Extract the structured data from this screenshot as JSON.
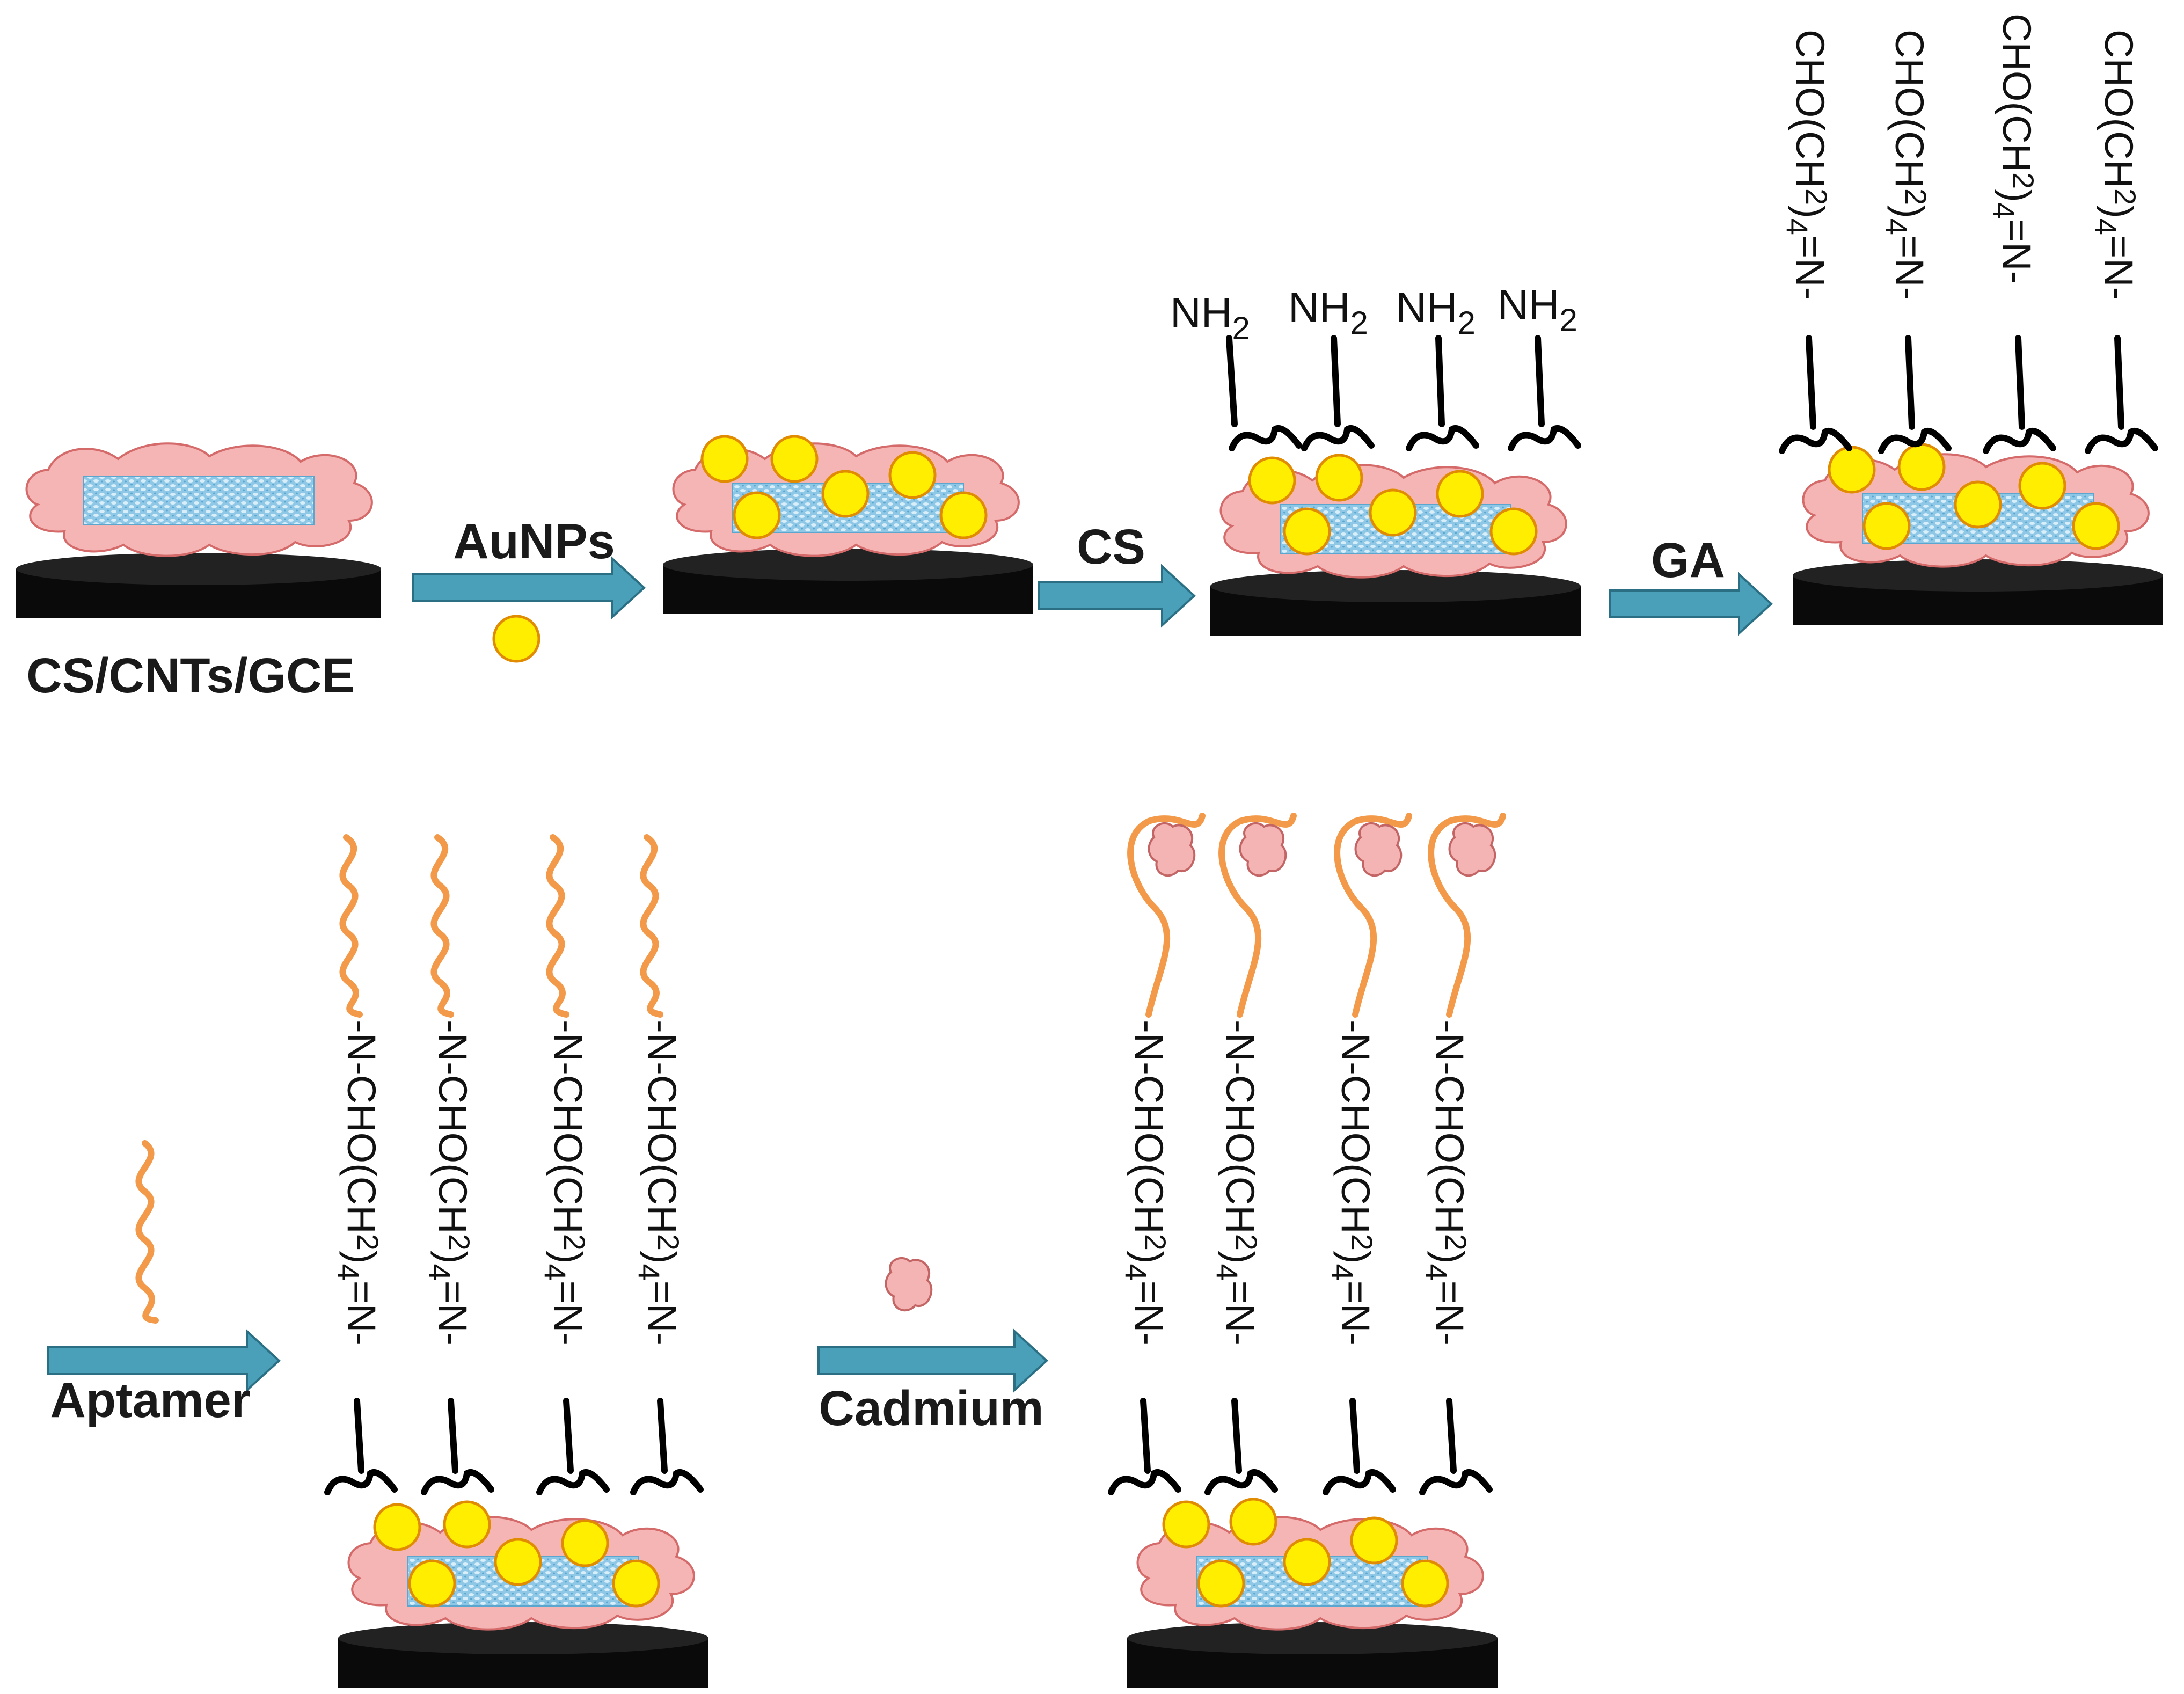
{
  "labels": {
    "electrode": "CS/CNTs/GCE",
    "step_aunps": "AuNPs",
    "step_cs": "CS",
    "step_ga": "GA",
    "step_aptamer": "Aptamer",
    "step_cadmium": "Cadmium"
  },
  "chemistry": {
    "amine_main": "NH",
    "amine_sub": "2",
    "ga_linker_a": "CHO(CH",
    "ga_linker_sub": "2",
    "ga_linker_b": ")",
    "ga_linker_sub4": "4",
    "ga_linker_c": "=N-",
    "apt_linker_a": "-N-CHO(CH",
    "apt_linker_sub": "2",
    "apt_linker_b": ")",
    "apt_linker_sub4": "4",
    "apt_linker_c": "=N-"
  },
  "colors": {
    "electrode": "#0a0a0a",
    "cs_film": "#f5b5b5",
    "cs_outline": "#d46a6a",
    "cnt": "#8ec8e6",
    "cnt_dot": "#d8eef9",
    "aunp_fill": "#ffee00",
    "aunp_stroke": "#e08b00",
    "arrow_fill": "#4aa0b8",
    "arrow_stroke": "#2a6f84",
    "aptamer": "#f39a4a",
    "cadmium_fill": "#f4b4b4",
    "cadmium_stroke": "#c46565"
  },
  "icons": {
    "arrow": "right-arrow-icon",
    "aunp": "gold-nanoparticle-icon",
    "aptamer": "aptamer-strand-icon",
    "cadmium": "cadmium-ion-icon"
  }
}
